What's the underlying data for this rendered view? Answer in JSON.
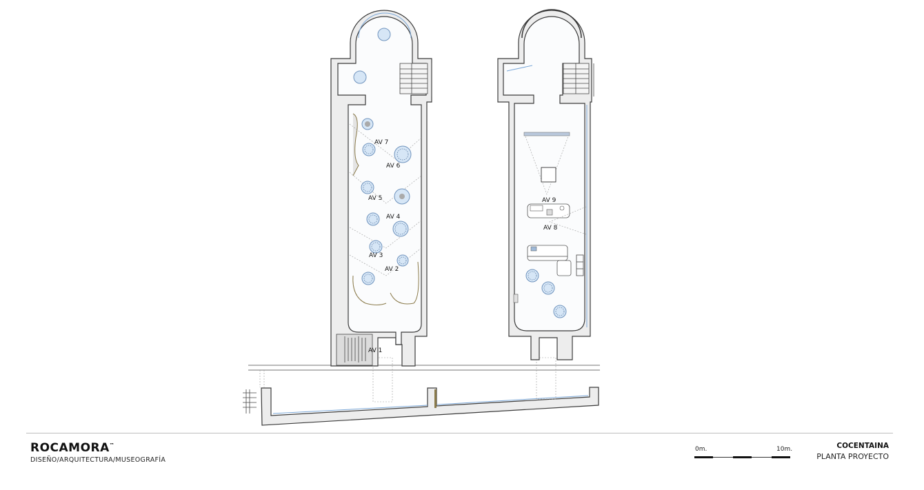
{
  "plan": {
    "labels": {
      "av1": "AV 1",
      "av2": "AV 2",
      "av3": "AV 3",
      "av4": "AV 4",
      "av5": "AV 5",
      "av6": "AV 6",
      "av7": "AV 7",
      "av8": "AV 8",
      "av9": "AV 9"
    }
  },
  "footer": {
    "brand": "ROCAMORA",
    "trademark": "™",
    "tagline": "DISEÑO/ARQUITECTURA/MUSEOGRAFÍA",
    "scale_start": "0m.",
    "scale_end": "10m.",
    "place": "COCENTAINA",
    "sheet_title": "PLANTA PROYECTO"
  },
  "colors": {
    "exhibit_fill": "#d6e6f6",
    "exhibit_stroke": "#6f93bd",
    "wall_fill": "#ededed",
    "wall_stroke": "#3a3a3a"
  }
}
